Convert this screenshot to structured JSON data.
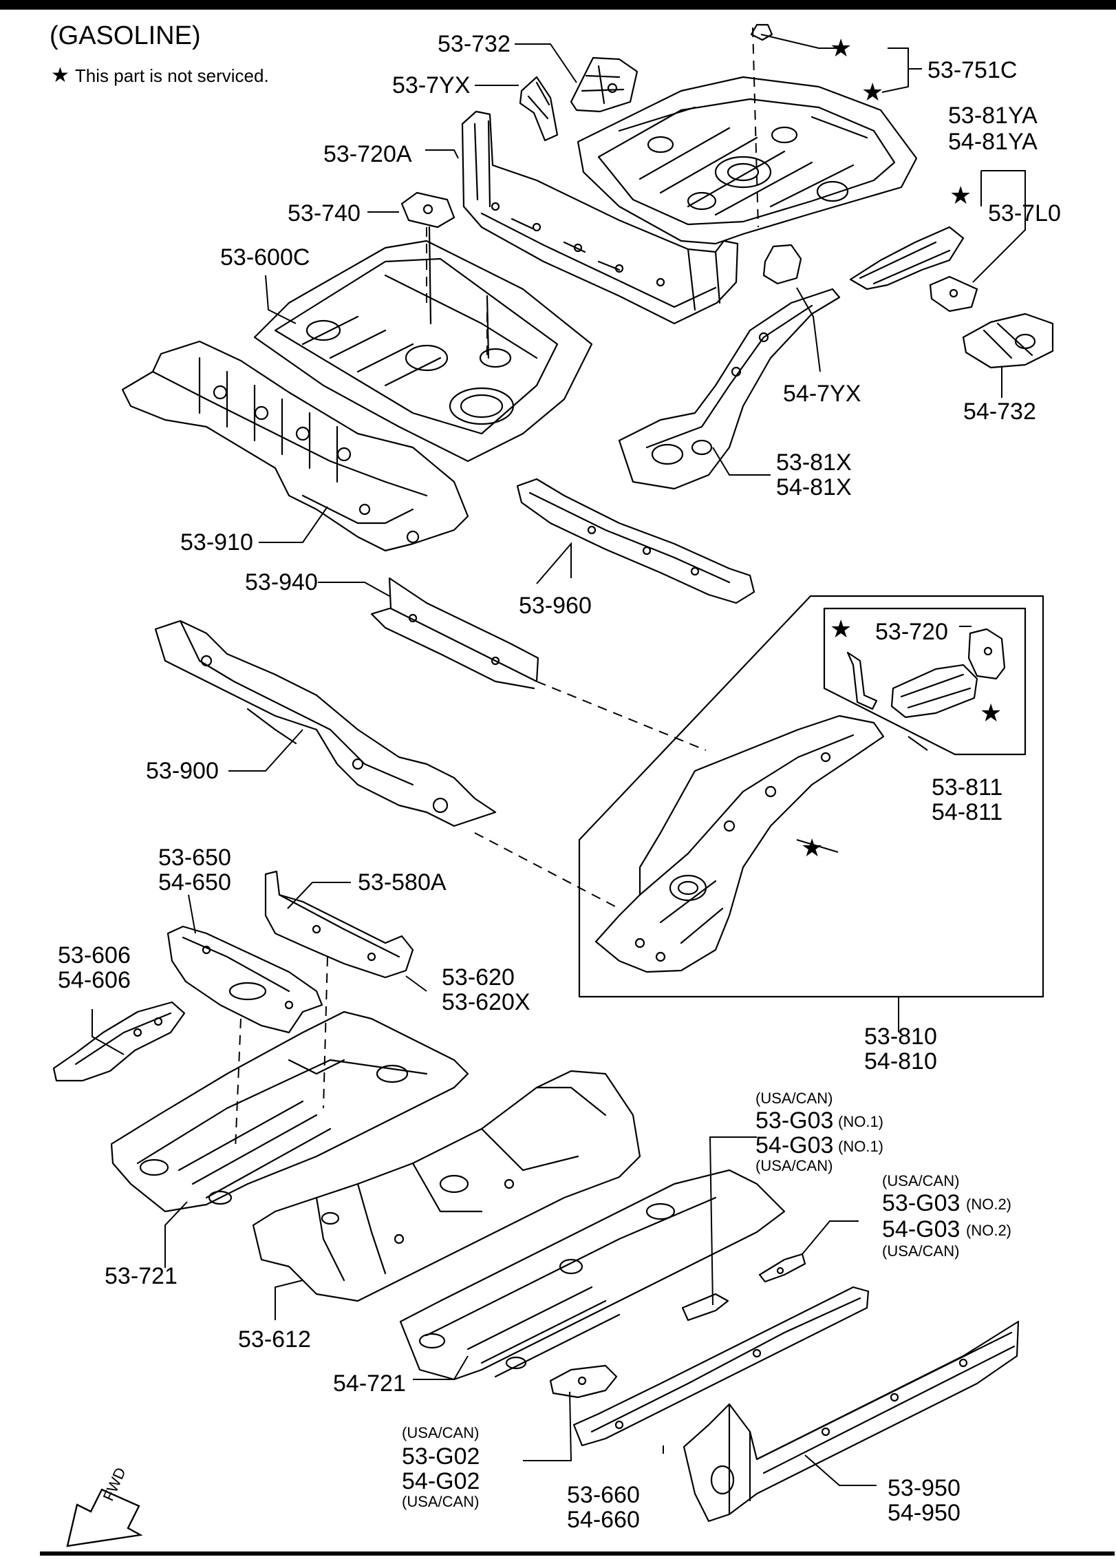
{
  "header": {
    "title": "(GASOLINE)",
    "note_symbol": "★",
    "note_text": "This part is not serviced."
  },
  "fwd_label": "FWD",
  "star_glyph": "★",
  "labels": {
    "p53_732": "53-732",
    "p53_7YX": "53-7YX",
    "p53_751C": "53-751C",
    "p53_720A": "53-720A",
    "p53_81YA": "53-81YA",
    "p54_81YA": "54-81YA",
    "p53_740": "53-740",
    "p53_7L0": "53-7L0",
    "p53_600C": "53-600C",
    "p54_7YX": "54-7YX",
    "p54_732": "54-732",
    "p53_81X": "53-81X",
    "p54_81X": "54-81X",
    "p53_910": "53-910",
    "p53_940": "53-940",
    "p53_960": "53-960",
    "p53_720": "53-720",
    "p53_900": "53-900",
    "p53_811": "53-811",
    "p54_811": "54-811",
    "p53_650": "53-650",
    "p54_650": "54-650",
    "p53_580A": "53-580A",
    "p53_606": "53-606",
    "p54_606": "54-606",
    "p53_620": "53-620",
    "p53_620X": "53-620X",
    "p53_810": "53-810",
    "p54_810": "54-810",
    "usa_can": "(USA/CAN)",
    "p53_G03": "53-G03",
    "p54_G03": "54-G03",
    "no1": "(NO.1)",
    "no2": "(NO.2)",
    "p53_721": "53-721",
    "p53_612": "53-612",
    "p54_721": "54-721",
    "p53_G02": "53-G02",
    "p54_G02": "54-G02",
    "p53_660": "53-660",
    "p54_660": "54-660",
    "p53_950": "53-950",
    "p54_950": "54-950"
  }
}
